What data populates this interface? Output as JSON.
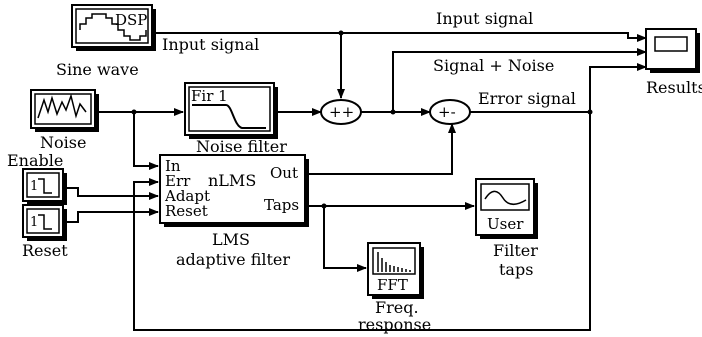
{
  "blocks": {
    "sine_wave": {
      "icon_text": "DSP",
      "label": "Sine wave"
    },
    "noise": {
      "label": "Noise"
    },
    "noise_filter": {
      "icon_text": "Fir 1",
      "label": "Noise filter"
    },
    "enable": {
      "label": "Enable"
    },
    "reset": {
      "label": "Reset"
    },
    "lms": {
      "name": "nLMS",
      "in_ports": [
        "In",
        "Err",
        "Adapt",
        "Reset"
      ],
      "out_ports": [
        "Out",
        "Taps"
      ],
      "label_line1": "LMS",
      "label_line2": "adaptive filter"
    },
    "results": {
      "label": "Results"
    },
    "filter_taps": {
      "icon_text": "User",
      "label_line1": "Filter",
      "label_line2": "taps"
    },
    "freq_response": {
      "icon_text": "FFT",
      "label_line1": "Freq.",
      "label_line2": "response"
    },
    "sum1": {
      "signs": "++"
    },
    "sum2": {
      "signs": "+-"
    }
  },
  "signals": {
    "input_top": "Input signal",
    "input_side": "Input signal",
    "signal_plus_noise": "Signal + Noise",
    "error_signal": "Error signal"
  },
  "icons": [
    "sine-dsp-icon",
    "noise-waveform-icon",
    "fir-response-icon",
    "step-icon",
    "scope-screen-icon",
    "spectrum-icon"
  ]
}
